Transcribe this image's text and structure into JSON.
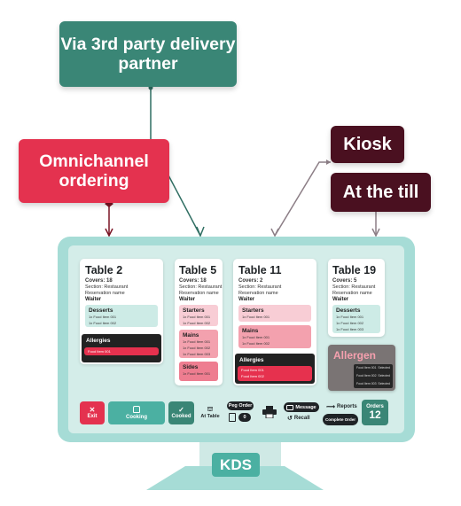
{
  "callouts": {
    "delivery": "Via 3rd party delivery partner",
    "omnichannel": "Omnichannel ordering",
    "kiosk": "Kiosk",
    "till": "At the till"
  },
  "kds_label": "KDS",
  "colors": {
    "teal_dark": "#3a8676",
    "teal": "#4bb0a2",
    "red": "#e4324f",
    "maroon": "#4a1020",
    "monitor": "#a6dcd6"
  },
  "tables": {
    "t2": {
      "title": "Table 2",
      "covers": "Covers: 18",
      "meta1": "Section: Restaurant",
      "meta2": "Reservation name",
      "waiter": "Waiter",
      "desserts": {
        "title": "Desserts",
        "l1": "1x Food Item 001",
        "l2": "1x Food Item 002"
      },
      "allergies": {
        "title": "Allergies",
        "row": "Food Item 001"
      }
    },
    "t5": {
      "title": "Table 5",
      "covers": "Covers: 18",
      "meta1": "Section: Restaurant",
      "meta2": "Reservation name",
      "waiter": "Waiter",
      "starters": {
        "title": "Starters",
        "l1": "1x Food Item 001",
        "l2": "1x Food Item 002"
      },
      "mains": {
        "title": "Mains",
        "l1": "1x Food Item 001",
        "l2": "1x Food Item 002",
        "l3": "1x Food Item 003"
      },
      "sides": {
        "title": "Sides",
        "l1": "1x Food Item 001"
      }
    },
    "t11": {
      "title": "Table 11",
      "covers": "Covers: 2",
      "meta1": "Section: Restaurant",
      "meta2": "Reservation name",
      "waiter": "Waiter",
      "starters": {
        "title": "Starters",
        "l1": "1x Food Item 001"
      },
      "mains": {
        "title": "Mains",
        "l1": "1x Food Item 001",
        "l2": "1x Food Item 002"
      },
      "allergies": {
        "title": "Allergies",
        "r1": "Food Item 001",
        "r2": "Food Item 002"
      }
    },
    "t19": {
      "title": "Table 19",
      "covers": "Covers: 5",
      "meta1": "Section: Restaurant",
      "meta2": "Reservation name",
      "waiter": "Waiter",
      "desserts": {
        "title": "Desserts",
        "l1": "1x Food Item 001",
        "l2": "1x Food Item 002",
        "l3": "1x Food Item 003"
      },
      "allergen": {
        "title": "Allergen",
        "r1": "Food Item 001",
        "r2": "Food Item 002",
        "r3": "Food Item 003",
        "s1": "Selected",
        "s2": "Selected",
        "s3": "Selected"
      }
    }
  },
  "toolbar": {
    "exit": "Exit",
    "cooking": "Cooking",
    "cooked": "Cooked",
    "at_table": "At Table",
    "peg_order": "Peg Order",
    "peg_count": "0",
    "message": "Message",
    "reports": "Reports",
    "recall": "Recall",
    "complete_order": "Complete Order",
    "orders_label": "Orders",
    "orders_count": "12"
  }
}
